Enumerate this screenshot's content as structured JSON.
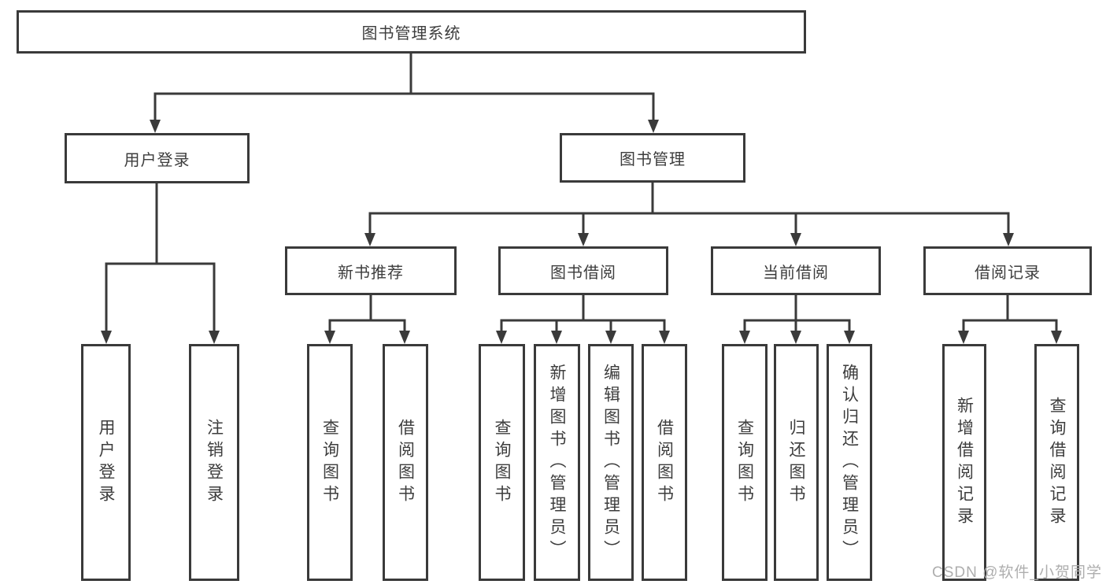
{
  "tree": {
    "root": {
      "label": "图书管理系统"
    },
    "branches": [
      {
        "label": "用户登录",
        "leaves": [
          {
            "label": "用户登录"
          },
          {
            "label": "注销登录"
          }
        ]
      },
      {
        "label": "图书管理",
        "groups": [
          {
            "label": "新书推荐",
            "leaves": [
              {
                "label": "查询图书"
              },
              {
                "label": "借阅图书"
              }
            ]
          },
          {
            "label": "图书借阅",
            "leaves": [
              {
                "label": "查询图书"
              },
              {
                "label": "新增图书（管理员）"
              },
              {
                "label": "编辑图书（管理员）"
              },
              {
                "label": "借阅图书"
              }
            ]
          },
          {
            "label": "当前借阅",
            "leaves": [
              {
                "label": "查询图书"
              },
              {
                "label": "归还图书"
              },
              {
                "label": "确认归还（管理员）"
              }
            ]
          },
          {
            "label": "借阅记录",
            "leaves": [
              {
                "label": "新增借阅记录"
              },
              {
                "label": "查询借阅记录"
              }
            ]
          }
        ]
      }
    ]
  },
  "watermark": {
    "text": "CSDN @软件_小贺同学"
  },
  "colors": {
    "line": "#3a3a3a",
    "text": "#3d3d3d",
    "box_background": "#ffffff",
    "watermark": "#aeaeae"
  }
}
